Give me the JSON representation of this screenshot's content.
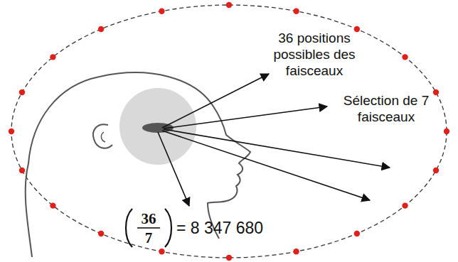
{
  "diagram": {
    "labels": [
      "36 positions possibles des faisceaux",
      "Sélection de 7 faisceaux",
      "36",
      "7",
      "= 8 347 680"
    ]
  }
}
